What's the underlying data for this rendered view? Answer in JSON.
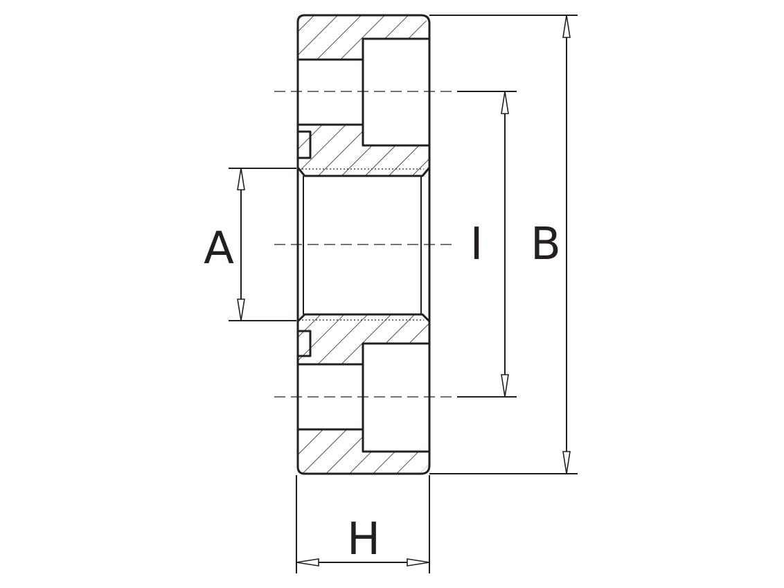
{
  "drawing": {
    "labels": {
      "A": "A",
      "I": "I",
      "B": "B",
      "H": "H"
    },
    "colors": {
      "line": "#231f20",
      "background": "#ffffff"
    }
  }
}
